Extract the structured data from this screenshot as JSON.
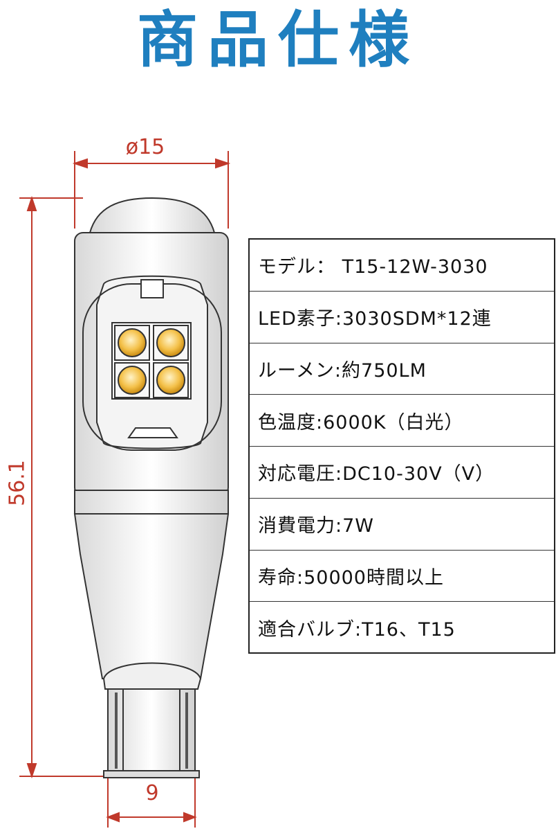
{
  "title": "商品仕様",
  "dimensions": {
    "diameter": "ø15",
    "length": "56.1",
    "base_width": "9"
  },
  "specs": [
    "モデル： T15-12W-3030",
    "LED素子:3030SDM*12連",
    "ルーメン:約750LM",
    "色温度:6000K（白光）",
    "対応電圧:DC10-30V（V）",
    "消費電力:7W",
    "寿命:50000時間以上",
    "適合バルブ:T16、T15"
  ],
  "colors": {
    "title": "#1f7fbf",
    "dimension": "#c0392b",
    "led": "#f4c14a"
  }
}
